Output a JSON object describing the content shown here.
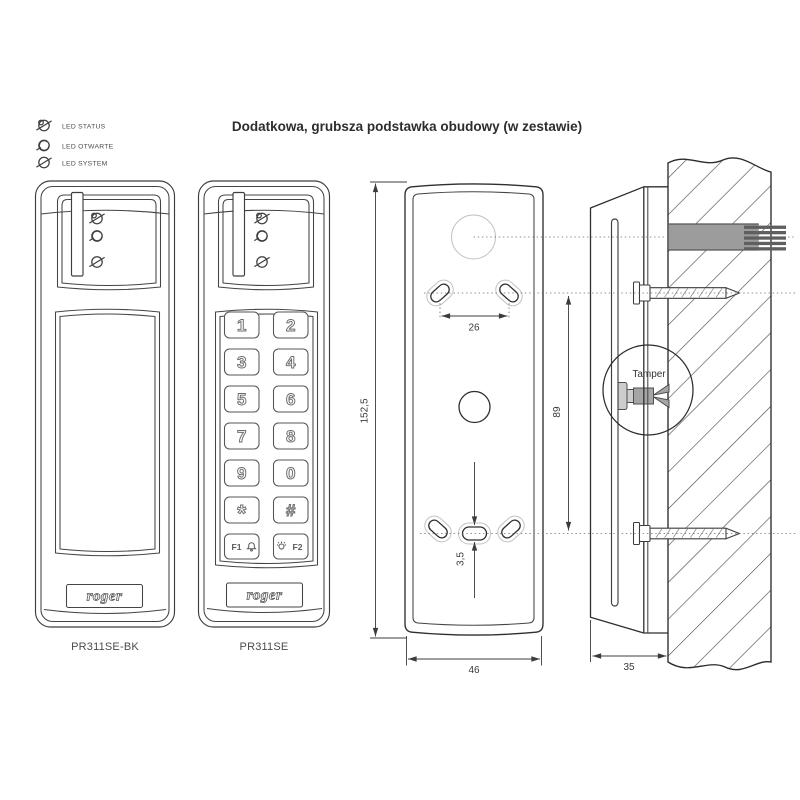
{
  "title": "Dodatkowa, grubsza podstawka obudowy (w zestawie)",
  "legend": {
    "items": [
      {
        "icon": "led-status-icon",
        "label": "LED STATUS"
      },
      {
        "icon": "led-open-icon",
        "label": "LED OTWARTE"
      },
      {
        "icon": "led-system-icon",
        "label": "LED SYSTEM"
      }
    ]
  },
  "devices": [
    {
      "model": "PR311SE-BK",
      "brand": "roger"
    },
    {
      "model": "PR311SE",
      "brand": "roger",
      "keys": [
        "1",
        "2",
        "3",
        "4",
        "5",
        "6",
        "7",
        "8",
        "9",
        "0",
        "*",
        "#"
      ],
      "fkeys": [
        {
          "label": "F1",
          "icon": "bell-icon"
        },
        {
          "label": "F2",
          "icon": "light-icon"
        }
      ]
    }
  ],
  "dimensions": {
    "overall_height_mm": "152,5",
    "overall_width_mm": "46",
    "upper_slot_spacing_mm": "26",
    "slot_rows_distance_mm": "89",
    "lower_slot_height_mm": "3,5",
    "depth_mm": "35"
  },
  "side_view": {
    "tamper_label": "Tamper"
  },
  "colors": {
    "line": "#3f3f3f",
    "light_line": "#c2c2c2",
    "cable_fill": "#9c9c9c",
    "hatch": "#4a4a4a",
    "text": "#3a3a3a",
    "background": "#ffffff"
  }
}
